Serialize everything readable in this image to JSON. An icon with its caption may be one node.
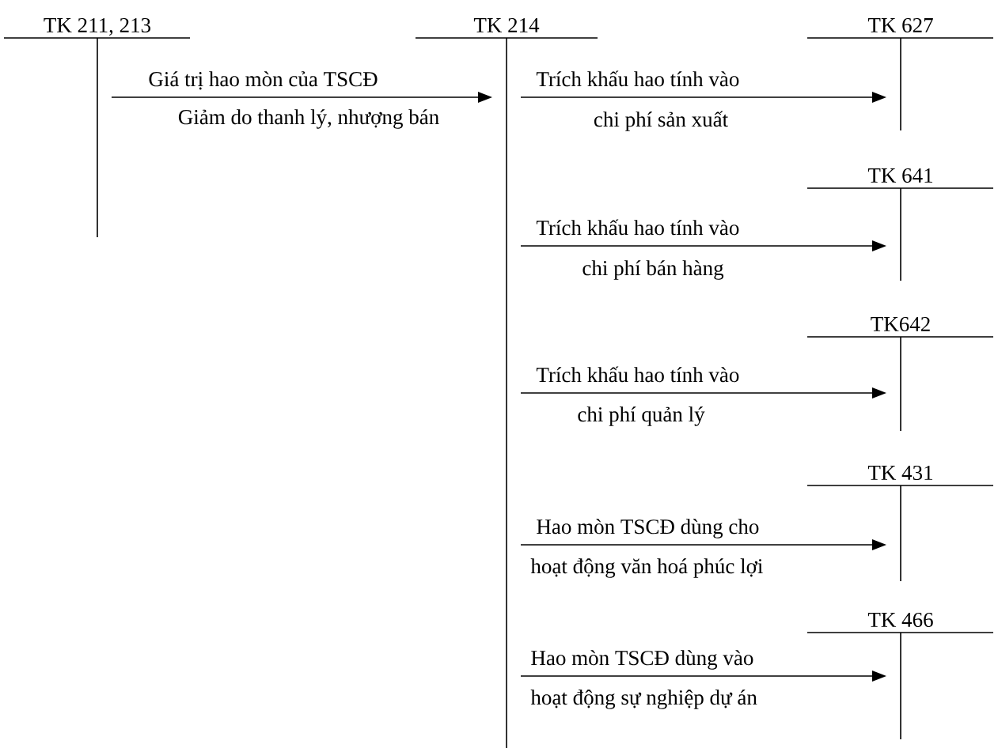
{
  "diagram": {
    "nodes": [
      {
        "text": [
          "TK 211, 213"
        ]
      },
      {
        "text": [
          "TK 214"
        ]
      },
      {
        "text": [
          "TK 627"
        ]
      },
      {
        "text": [
          "TK 641"
        ]
      },
      {
        "text": [
          "TK642"
        ]
      },
      {
        "text": [
          "TK 431"
        ]
      },
      {
        "text": [
          "TK 466"
        ]
      }
    ],
    "edges": [
      {
        "from": 0,
        "to": 1,
        "arrow": "to",
        "label": "Giá trị hao mòn của TSCĐ"
      },
      {
        "from": 1,
        "to": 2,
        "arrow": "to",
        "label": "Trích khấu hao tính vào"
      },
      {
        "from": 1,
        "to": 3,
        "arrow": "to",
        "label": "Trích khấu hao tính vào"
      },
      {
        "from": 1,
        "to": 4,
        "arrow": "to",
        "label": "Trích khấu hao tính vào"
      },
      {
        "from": 1,
        "to": 5,
        "arrow": "to",
        "label": "Hao mòn TSCĐ dùng cho"
      },
      {
        "from": 1,
        "to": 6,
        "arrow": "to",
        "label": "Hao mòn TSCĐ dùng vào"
      }
    ],
    "labels": [
      "Giảm do thanh lý, nhượng bán",
      "chi phí sản xuất",
      "chi phí bán hàng",
      "chi phí quản lý",
      "hoạt động văn hoá phúc lợi",
      "hoạt động sự nghiệp dự án"
    ]
  }
}
